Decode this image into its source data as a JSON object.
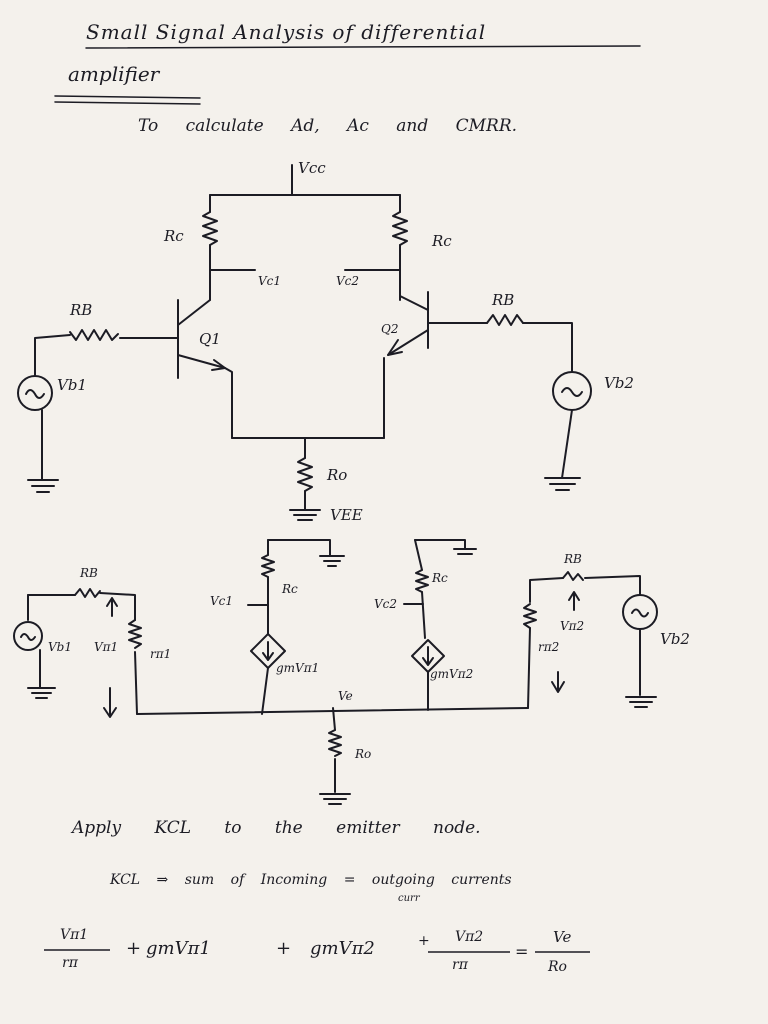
{
  "title": {
    "line1": "Small Signal Analysis of differential",
    "line2": "amplifier"
  },
  "subtitle": "To calculate Ad, Ac and CMRR.",
  "circuit1": {
    "supply_top": "Vcc",
    "rc_left": "Rc",
    "rc_right": "Rc",
    "vc1": "Vc1",
    "vc2": "Vc2",
    "rb_left": "RB",
    "rb_right": "RB",
    "q1": "Q1",
    "q2": "Q2",
    "vb1": "Vb1",
    "vb2": "Vb2",
    "ro": "Ro",
    "vee": "VEE"
  },
  "circuit2": {
    "rb_left": "RB",
    "vb1": "Vb1",
    "vpi1": "Vπ1",
    "rpi1": "rπ1",
    "vc1": "Vc1",
    "rc_left": "Rc",
    "gm1": "gmVπ1",
    "ve": "Ve",
    "vc2": "Vc2",
    "rc_right": "Rc",
    "gm2": "gmVπ2",
    "rb_right": "RB",
    "vpi2": "Vπ2",
    "rpi2": "rπ2",
    "vb2": "Vb2",
    "ro": "Ro"
  },
  "notes": {
    "kcl_line": "Apply KCL to the emitter node.",
    "kcl_def": "KCL ⇒ sum of Incoming = outgoing currents",
    "kcl_def_sub": "curr"
  },
  "equation": {
    "t1_num": "Vπ1",
    "t1_den": "rπ",
    "plus1": "+",
    "t2": "gmVπ1",
    "plus2": "+",
    "t3": "gmVπ2",
    "plus3": "+",
    "t4_num": "Vπ2",
    "t4_den": "rπ",
    "equals": "=",
    "rhs_num": "Ve",
    "rhs_den": "Ro"
  }
}
